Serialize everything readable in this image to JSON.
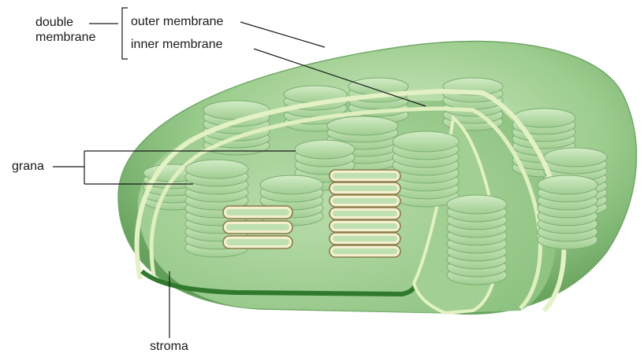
{
  "labels": {
    "double_membrane_line1": "double",
    "double_membrane_line2": "membrane",
    "outer_membrane": "outer membrane",
    "inner_membrane": "inner membrane",
    "grana": "grana",
    "stroma": "stroma"
  },
  "colors": {
    "outer_body": "#8fc483",
    "outer_light": "#c6e3b6",
    "interior": "#a9d39a",
    "inner_membrane_rim": "#e6f2c8",
    "dark_band": "#2f7a2c",
    "thylakoid": "#b8dca8",
    "thylakoid_edge": "#7cae72",
    "cut_thylakoid_fill": "#f4f0cf",
    "cut_thylakoid_stroke": "#8a7d4a",
    "leader_line": "#1a1a1a"
  }
}
